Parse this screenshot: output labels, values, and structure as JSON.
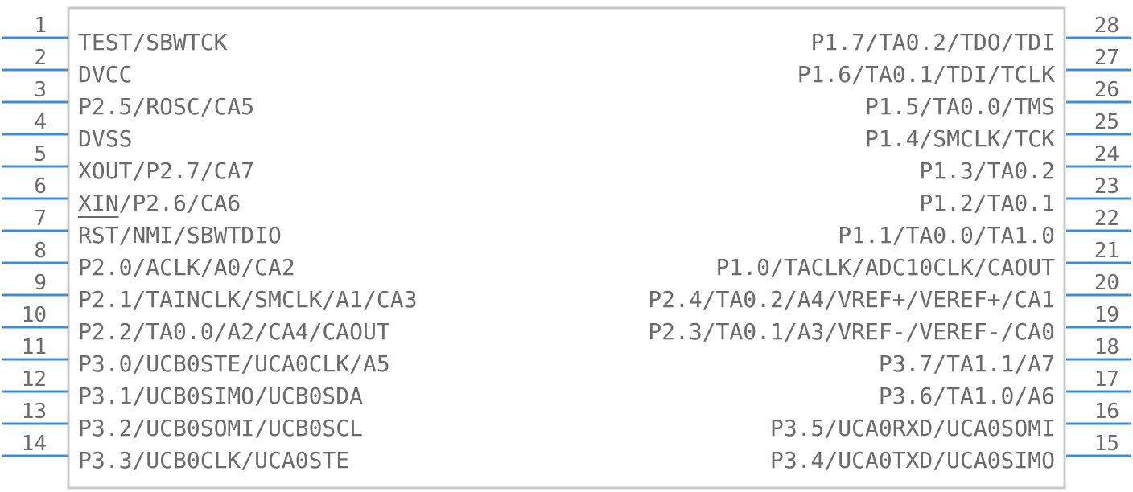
{
  "colors": {
    "body_outline": "#c8c8c8",
    "pin_line": "#3b8ee0",
    "text": "#6b6b6b"
  },
  "left_pins": [
    {
      "number": "1",
      "label": "TEST/SBWTCK"
    },
    {
      "number": "2",
      "label": "DVCC"
    },
    {
      "number": "3",
      "label": "P2.5/ROSC/CA5"
    },
    {
      "number": "4",
      "label": "DVSS"
    },
    {
      "number": "5",
      "label": "XOUT/P2.7/CA7"
    },
    {
      "number": "6",
      "label": "XIN/P2.6/CA6",
      "overline": "XIN"
    },
    {
      "number": "7",
      "label": "RST/NMI/SBWTDIO"
    },
    {
      "number": "8",
      "label": "P2.0/ACLK/A0/CA2"
    },
    {
      "number": "9",
      "label": "P2.1/TAINCLK/SMCLK/A1/CA3"
    },
    {
      "number": "10",
      "label": "P2.2/TA0.0/A2/CA4/CAOUT"
    },
    {
      "number": "11",
      "label": "P3.0/UCB0STE/UCA0CLK/A5"
    },
    {
      "number": "12",
      "label": "P3.1/UCB0SIMO/UCB0SDA"
    },
    {
      "number": "13",
      "label": "P3.2/UCB0SOMI/UCB0SCL"
    },
    {
      "number": "14",
      "label": "P3.3/UCB0CLK/UCA0STE"
    }
  ],
  "right_pins": [
    {
      "number": "28",
      "label": "P1.7/TA0.2/TDO/TDI"
    },
    {
      "number": "27",
      "label": "P1.6/TA0.1/TDI/TCLK"
    },
    {
      "number": "26",
      "label": "P1.5/TA0.0/TMS"
    },
    {
      "number": "25",
      "label": "P1.4/SMCLK/TCK"
    },
    {
      "number": "24",
      "label": "P1.3/TA0.2"
    },
    {
      "number": "23",
      "label": "P1.2/TA0.1"
    },
    {
      "number": "22",
      "label": "P1.1/TA0.0/TA1.0"
    },
    {
      "number": "21",
      "label": "P1.0/TACLK/ADC10CLK/CAOUT"
    },
    {
      "number": "20",
      "label": "P2.4/TA0.2/A4/VREF+/VEREF+/CA1"
    },
    {
      "number": "19",
      "label": "P2.3/TA0.1/A3/VREF-/VEREF-/CA0"
    },
    {
      "number": "18",
      "label": "P3.7/TA1.1/A7"
    },
    {
      "number": "17",
      "label": "P3.6/TA1.0/A6"
    },
    {
      "number": "16",
      "label": "P3.5/UCA0RXD/UCA0SOMI"
    },
    {
      "number": "15",
      "label": "P3.4/UCA0TXD/UCA0SIMO"
    }
  ]
}
